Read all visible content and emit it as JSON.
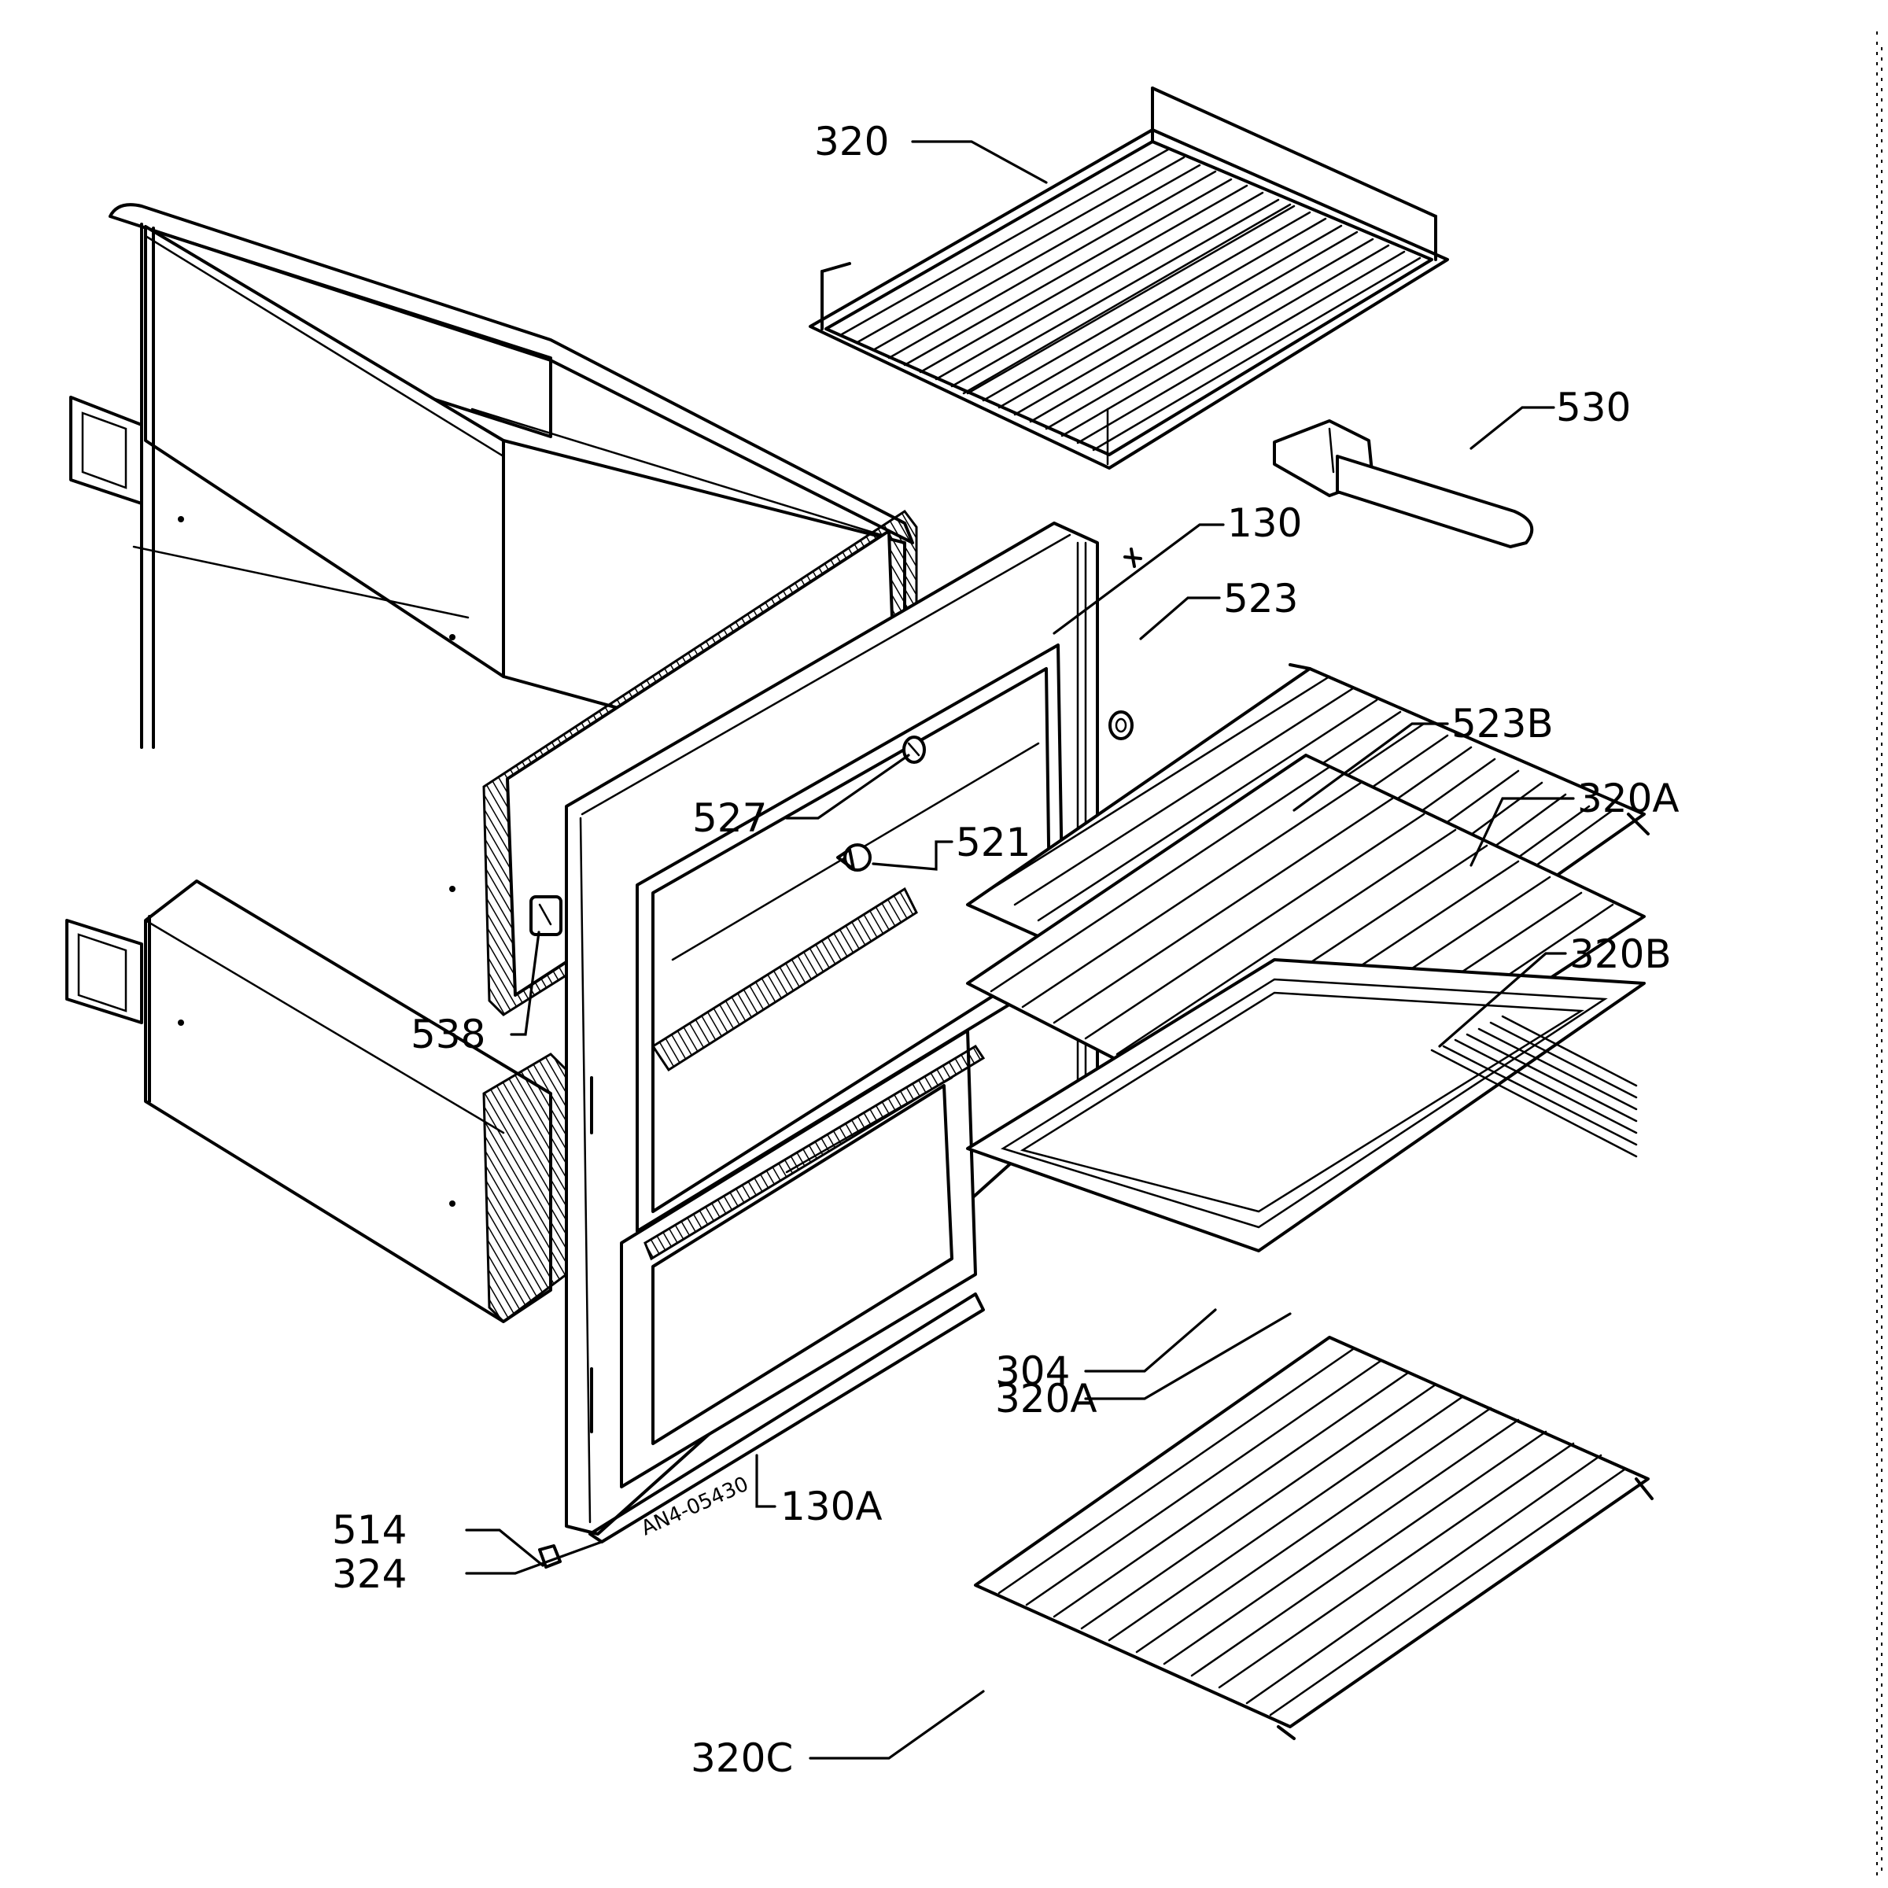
{
  "diagram": {
    "drawing_number": "AN4-05430",
    "callouts": {
      "c320": "320",
      "c530": "530",
      "c130": "130",
      "c523": "523",
      "c523b": "523B",
      "c320a_top": "320A",
      "c527": "527",
      "c521": "521",
      "c538": "538",
      "c320b": "320B",
      "c304": "304",
      "c320a_bottom": "320A",
      "c130a": "130A",
      "c514": "514",
      "c324": "324",
      "c320c": "320C"
    }
  }
}
